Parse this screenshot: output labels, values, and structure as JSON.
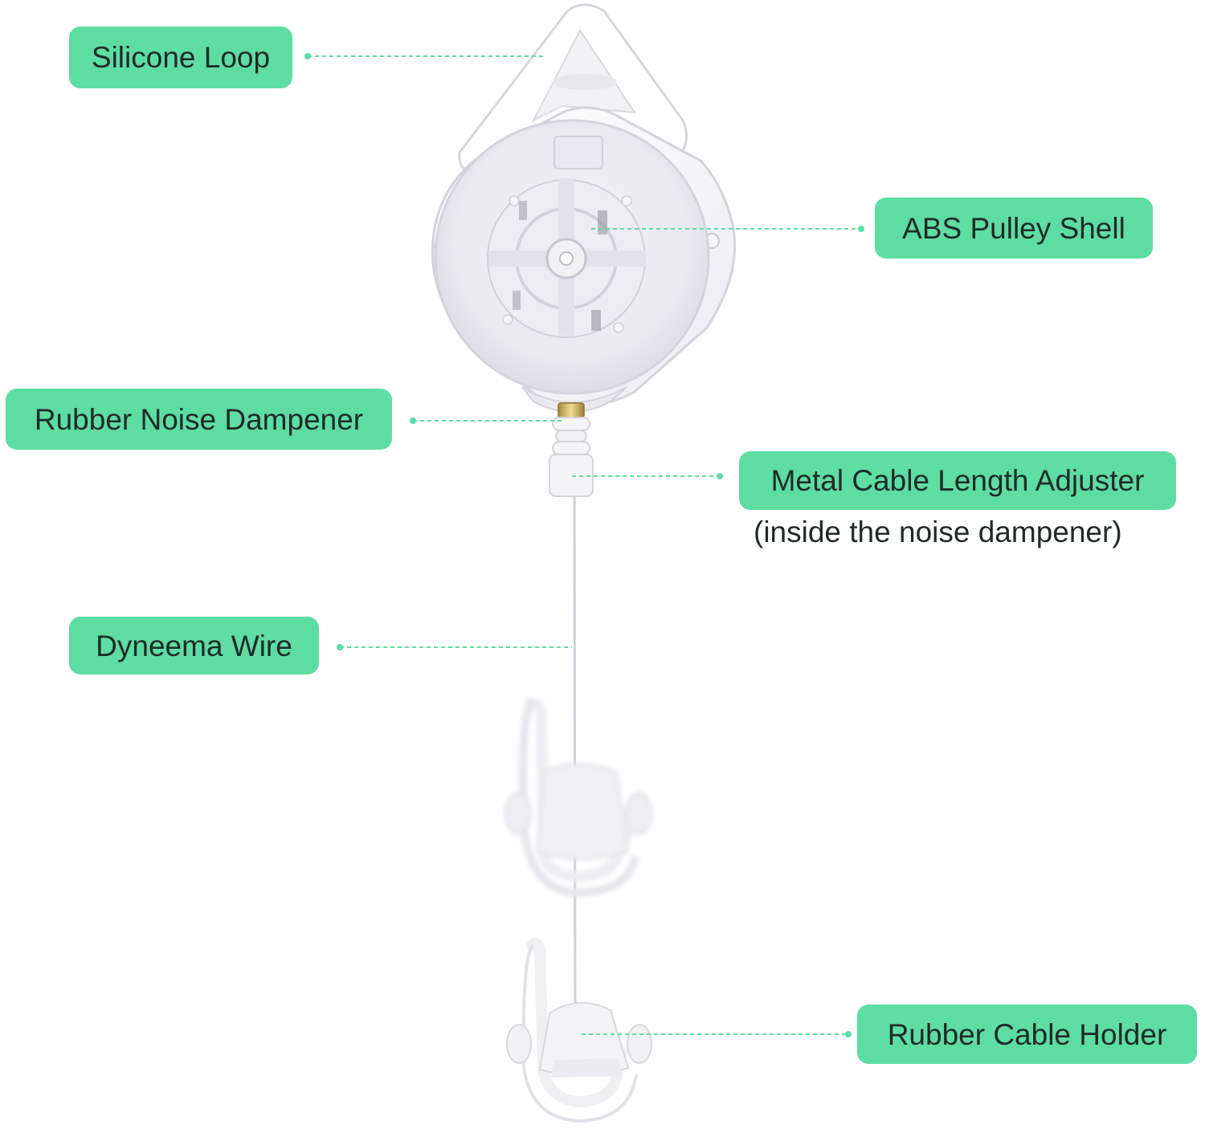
{
  "accent_color": "#5ddda2",
  "leader_color": "#5ddda2",
  "callouts": {
    "silicone_loop": "Silicone Loop",
    "abs_pulley_shell": "ABS Pulley Shell",
    "rubber_noise_dampener": "Rubber Noise Dampener",
    "metal_cable_length_adjuster": "Metal Cable Length Adjuster",
    "metal_cable_length_adjuster_note": "(inside the noise dampener)",
    "dyneema_wire": "Dyneema Wire",
    "rubber_cable_holder": "Rubber Cable Holder"
  }
}
